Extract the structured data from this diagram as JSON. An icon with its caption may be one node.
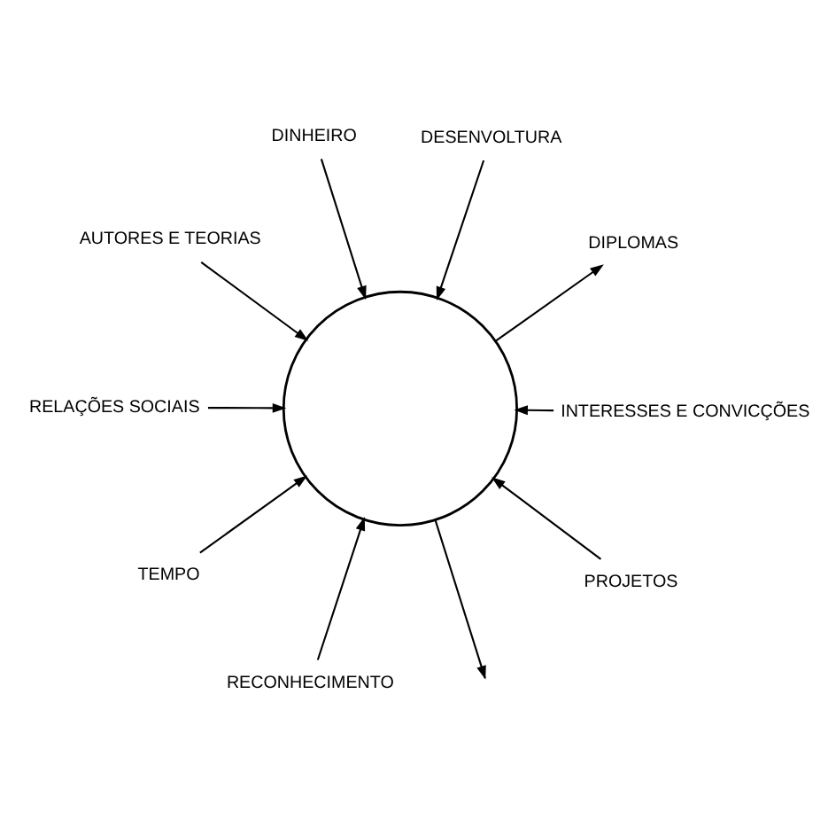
{
  "diagram": {
    "nodes": [
      {
        "text": [],
        "shape": "circle"
      },
      {
        "text": [
          "DIPLOMAS"
        ]
      },
      {
        "text": [
          "RECONHECIMENTO"
        ]
      },
      {
        "text": [
          "DINHEIRO"
        ]
      },
      {
        "text": [
          "DESENVOLTURA"
        ]
      },
      {
        "text": [
          "AUTORES E TEORIAS"
        ]
      },
      {
        "text": [
          "RELAÇÕES SOCIAIS"
        ]
      },
      {
        "text": [
          "INTERESSES E CONVICÇÕES"
        ]
      },
      {
        "text": [
          "TEMPO"
        ]
      },
      {
        "text": [
          "PROJETOS"
        ]
      }
    ],
    "edges": [
      {
        "from": 0,
        "to": null,
        "arrow": "to"
      },
      {
        "from": 0,
        "to": 1,
        "arrow": "to"
      },
      {
        "from": 2,
        "to": 0,
        "arrow": "to"
      },
      {
        "from": 3,
        "to": 0,
        "arrow": "to"
      },
      {
        "from": 4,
        "to": 0,
        "arrow": "to"
      },
      {
        "from": 5,
        "to": 0,
        "arrow": "to"
      },
      {
        "from": 6,
        "to": 0,
        "arrow": "to"
      },
      {
        "from": 7,
        "to": 0,
        "arrow": "to"
      },
      {
        "from": 8,
        "to": 0,
        "arrow": "to"
      },
      {
        "from": 9,
        "to": 0,
        "arrow": "to"
      }
    ]
  }
}
